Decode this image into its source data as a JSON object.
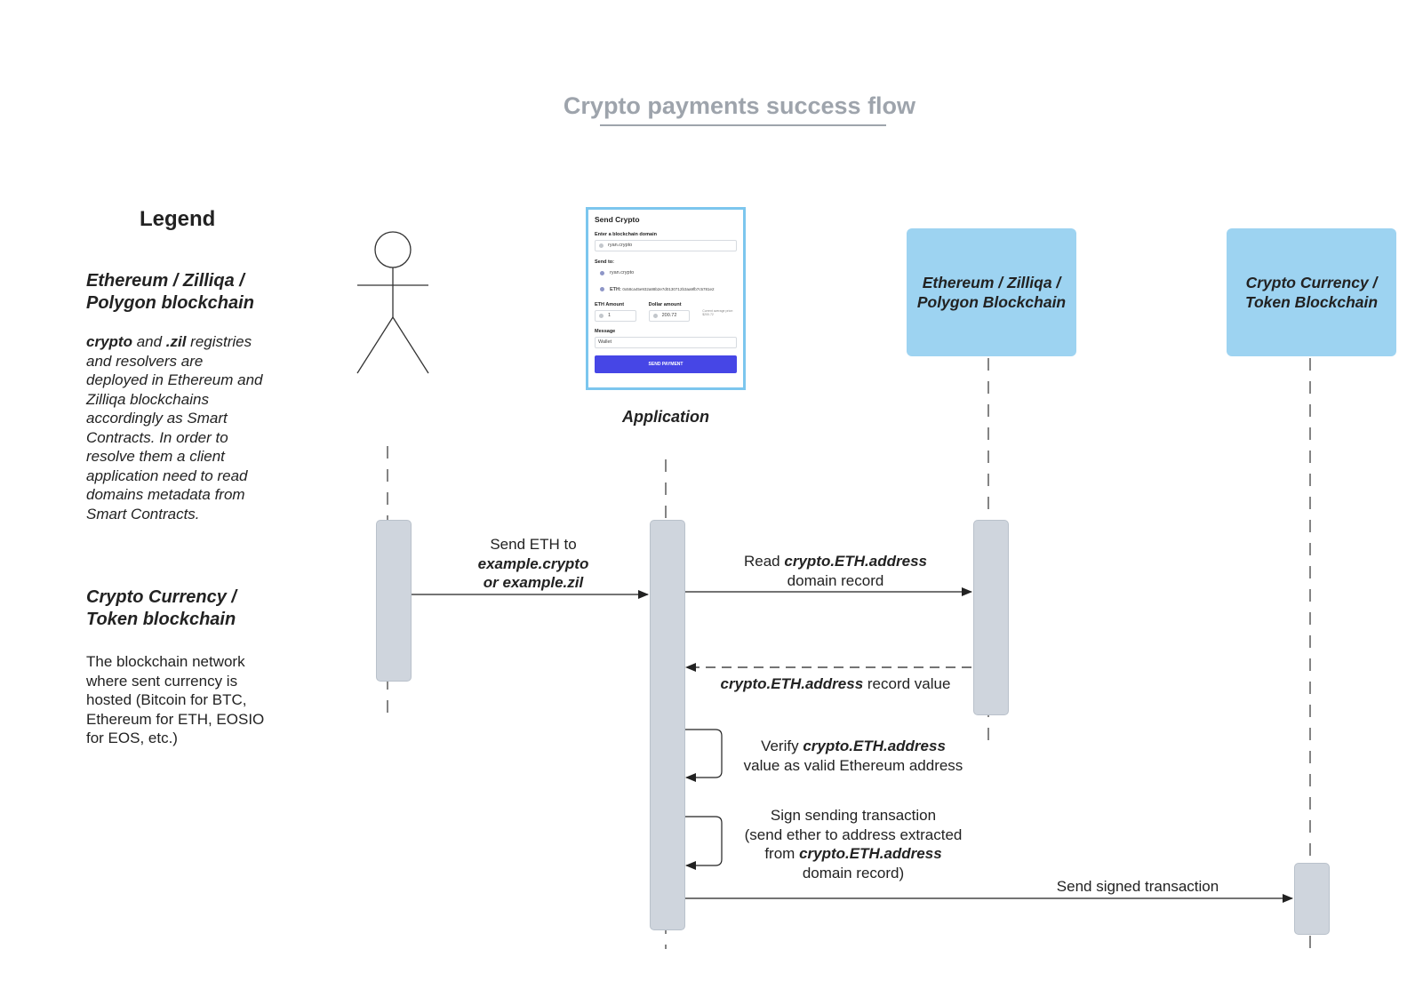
{
  "title": "Crypto payments success flow",
  "legend": {
    "title": "Legend",
    "item1_heading": "Ethereum / Zilliqa / Polygon blockchain",
    "item1_text_part1": "crypto",
    "item1_text_part2": " and ",
    "item1_text_part3": ".zil",
    "item1_text_part4": " registries and resolvers are deployed in Ethereum and Zilliqa blockchains accordingly as Smart Contracts. In order to resolve them a client application need to read domains metadata from Smart Contracts.",
    "item2_heading": "Crypto Currency / Token blockchain",
    "item2_text": "The blockchain network where sent currency is hosted (Bitcoin for BTC, Ethereum for ETH, EOSIO for EOS, etc.)"
  },
  "lanes": {
    "app_label": "Application",
    "eth_box": "Ethereum / Zilliqa / Polygon Blockchain",
    "crypto_box": "Crypto Currency / Token Blockchain"
  },
  "app_mock": {
    "title": "Send Crypto",
    "domain_label": "Enter a blockchain domain",
    "domain_value": "ryan.crypto",
    "send_to_label": "Send to:",
    "send_to_name": "ryan.crypto",
    "eth_row_label": "ETH:",
    "eth_row_value": "0x58ca45e932a88b2e7d0130712b3aa9fb7c5781e2",
    "eth_amount_label": "ETH Amount",
    "eth_amount_value": "1",
    "dollar_label": "Dollar amount",
    "dollar_value": "200.72",
    "price_note": "Current average price: $200.72",
    "message_label": "Message",
    "message_value": "Wallet",
    "button_label": "SEND PAYMENT"
  },
  "messages": {
    "m1_line1": "Send ETH to",
    "m1_line2": "example.crypto",
    "m1_line3": "or example.zil",
    "m2_pre": "Read ",
    "m2_bold": "crypto.ETH.address",
    "m2_line2": "domain record",
    "m3_bold": "crypto.ETH.address",
    "m3_post": " record value",
    "m4_pre": "Verify ",
    "m4_bold": "crypto.ETH.address",
    "m4_line2": "value as valid Ethereum address",
    "m5_line1": "Sign sending transaction",
    "m5_line2": "(send ether to address extracted",
    "m5_pre3": "from ",
    "m5_bold3": "crypto.ETH.address",
    "m5_line4": "domain record)",
    "m6": "Send signed transaction"
  },
  "colors": {
    "lane_box": "#9dd3f1",
    "activation": "#cfd5dd",
    "title": "#9ea4ac",
    "app_button": "#4646e6"
  }
}
